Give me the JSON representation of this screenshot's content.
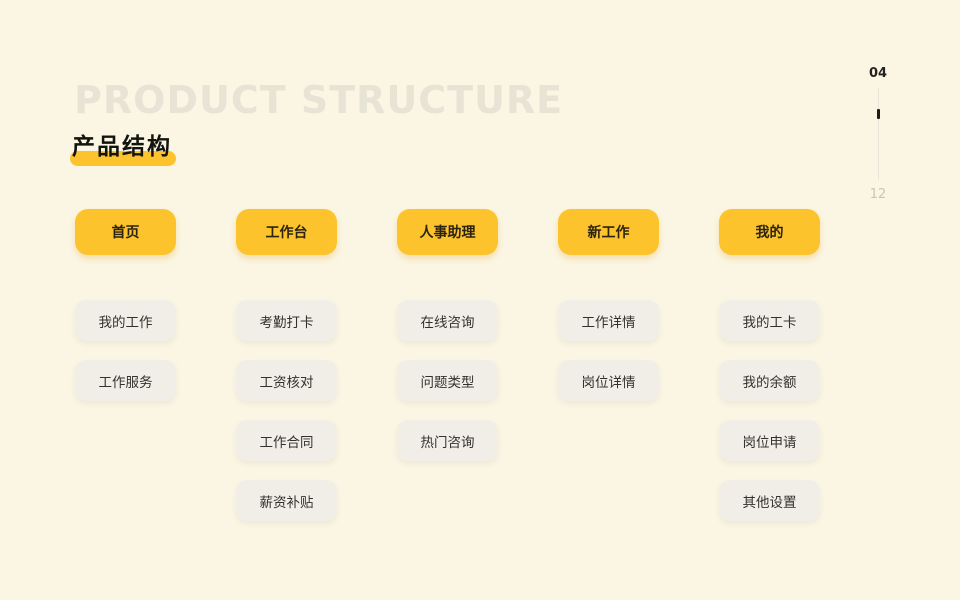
{
  "slide": {
    "title_en": "PRODUCT STRUCTURE",
    "title_zh": "产品结构"
  },
  "pagination": {
    "current": "04",
    "total": "12"
  },
  "columns": [
    {
      "header": "首页",
      "items": [
        "我的工作",
        "工作服务"
      ]
    },
    {
      "header": "工作台",
      "items": [
        "考勤打卡",
        "工资核对",
        "工作合同",
        "薪资补贴"
      ]
    },
    {
      "header": "人事助理",
      "items": [
        "在线咨询",
        "问题类型",
        "热门咨询"
      ]
    },
    {
      "header": "新工作",
      "items": [
        "工作详情",
        "岗位详情"
      ]
    },
    {
      "header": "我的",
      "items": [
        "我的工卡",
        "我的余额",
        "岗位申请",
        "其他设置"
      ]
    }
  ],
  "colors": {
    "background": "#FBF6E4",
    "accent_yellow": "#FCC32D",
    "sub_node_bg": "#F0EEE7",
    "title_ghost_gray": "#E7E3D5",
    "dark_text": "#14140F",
    "muted_text": "#C9C5B8"
  }
}
